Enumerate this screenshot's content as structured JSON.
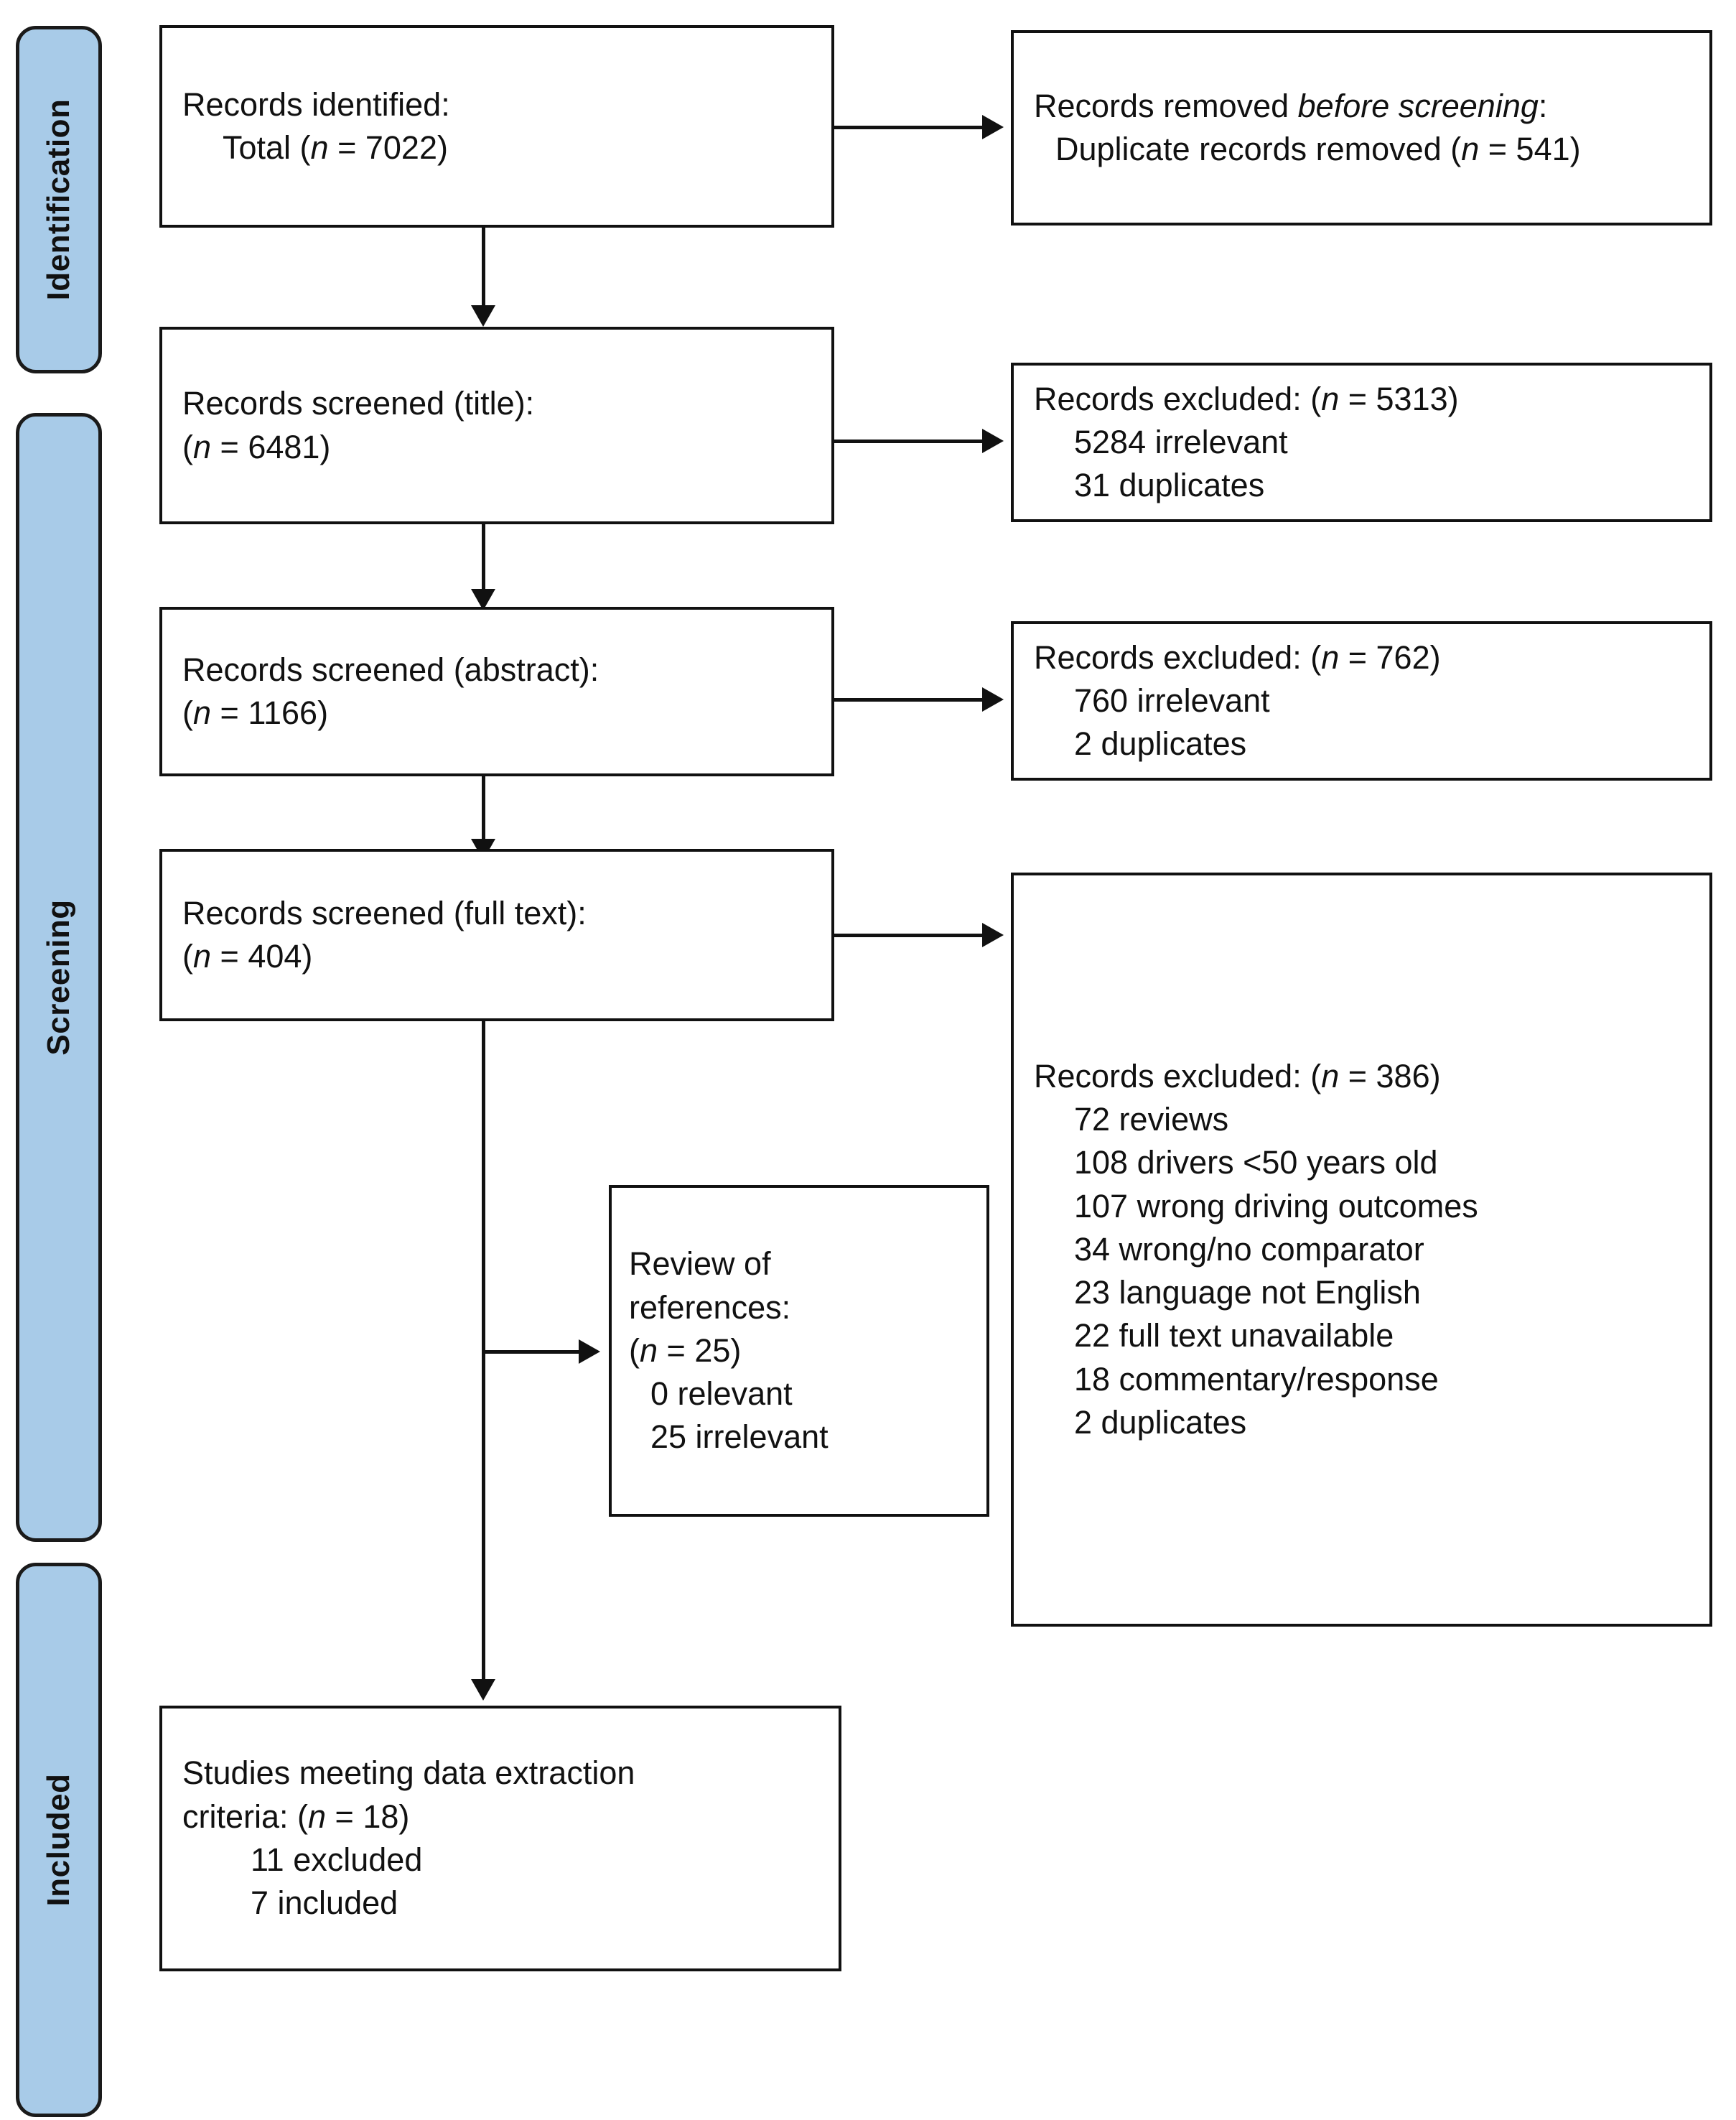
{
  "diagram": {
    "title": "PRISMA study selection flow diagram",
    "accent_color": "#a8cbe8",
    "line_color": "#111111",
    "box_fill": "#ffffff"
  },
  "stages": [
    {
      "id": "identification",
      "label": "Identification"
    },
    {
      "id": "screening",
      "label": "Screening"
    },
    {
      "id": "included",
      "label": "Included"
    }
  ],
  "boxes": {
    "records_identified": {
      "line1": "Records identified:",
      "line2": "Total (",
      "line2_italic": "n",
      "line2_end": " = 7022)"
    },
    "records_removed_before_screening": {
      "line1a": "Records removed ",
      "line1_italic": "before screening",
      "line1b": ":",
      "line2a": "Duplicate records removed (",
      "line2_italic": "n",
      "line2b": " = 541)"
    },
    "screened_title": {
      "line1": "Records screened (title):",
      "line2a": "(",
      "line2_italic": "n",
      "line2b": " = 6481)"
    },
    "excluded_title": {
      "line1a": "Records excluded: (",
      "line1_italic": "n",
      "line1b": " = 5313)",
      "reasons": [
        "5284 irrelevant",
        "31 duplicates"
      ]
    },
    "screened_abstract": {
      "line1": "Records screened (abstract):",
      "line2a": "(",
      "line2_italic": "n",
      "line2b": " = 1166)"
    },
    "excluded_abstract": {
      "line1a": "Records excluded: (",
      "line1_italic": "n",
      "line1b": " = 762)",
      "reasons": [
        "760 irrelevant",
        "2 duplicates"
      ]
    },
    "screened_fulltext": {
      "line1": "Records screened (full text):",
      "line2a": "(",
      "line2_italic": "n",
      "line2b": " = 404)"
    },
    "excluded_fulltext": {
      "line1a": "Records excluded: (",
      "line1_italic": "n",
      "line1b": " = 386)",
      "reasons": [
        "72 reviews",
        "108 drivers <50 years old",
        "107 wrong driving outcomes",
        "34 wrong/no comparator",
        "23 language not English",
        "22 full text unavailable",
        "18 commentary/response",
        "2 duplicates"
      ]
    },
    "review_of_references": {
      "line1": "Review of",
      "line2": "references:",
      "line3a": "(",
      "line3_italic": "n",
      "line3b": " = 25)",
      "sub1": "0 relevant",
      "sub2": "25 irrelevant"
    },
    "studies_included": {
      "line1": "Studies meeting data extraction",
      "line2a": "criteria: (",
      "line2_italic": "n",
      "line2b": " = 18)",
      "sub1": "11 excluded",
      "sub2": "7 included"
    }
  }
}
